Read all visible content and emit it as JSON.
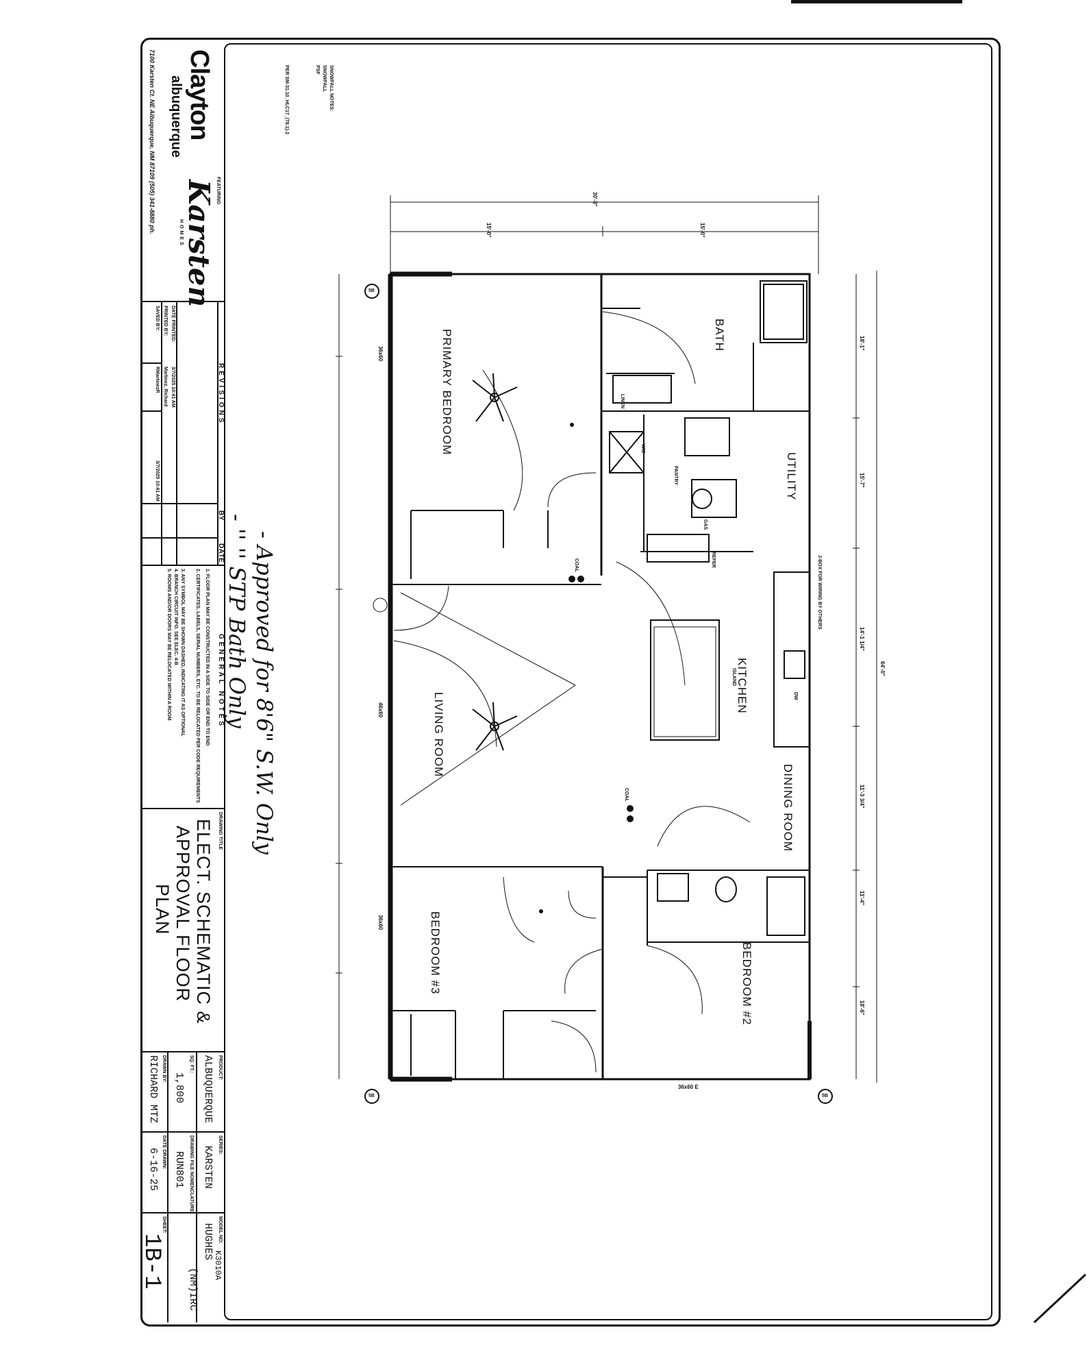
{
  "top_scan_bar_color": "#111111",
  "title_block": {
    "company": {
      "featuring": "FEATURING",
      "brand": "Clayton",
      "sub": "albuquerque",
      "logo": "Karsten",
      "logo_sub": "HOMES",
      "address": "7100 Karsten Ct. NE Albuquerque, NM 87109 (505) 341-8880 ph."
    },
    "revisions": {
      "header": "REVISIONS",
      "by_label": "BY",
      "date_label": "DATE",
      "date_printed_label": "DATE PRINTED:",
      "date_printed": "3/7/2025 10:41 AM",
      "printed_by_label": "PRINTED BY:",
      "printed_by": "Martinez, Richard",
      "saved_by_label": "SAVED BY:",
      "saved_by": "RMartinezR",
      "rev_date": "3/7/2025 10:41 AM"
    },
    "general_notes": {
      "header": "GENERAL NOTES",
      "notes": [
        "1. FLOOR PLAN MAY BE CONSTRUCTED IN A SIDE TO SIDE OR END TO END",
        "2. CERTIFICATES, LABELS, SERIAL NUMBERS, ETC. TO BE RELOCATED PER CODE REQUIREMENTS",
        "3. ANY SYMBOL MAY BE SHOWN DASHED, INDICATING IT AS OPTIONAL",
        "4. BRANCH CIRCUIT INFO. SEE ELEC. 4-B",
        "5. ROOMS AND/OR DOORS MAY BE RELOCATED WITHIN A ROOM"
      ]
    },
    "drawing_title_label": "DRAWING TITLE",
    "drawing_title": [
      "ELECT. SCHEMATIC &",
      "APPROVAL FLOOR",
      "PLAN"
    ],
    "product_label": "PRODUCT:",
    "product": "ALBUQUERQUE",
    "sqft_label": "SQ. FT.:",
    "sqft": "1,800",
    "drawn_by_label": "DRAWN BY:",
    "drawn_by": "RICHARD MTZ",
    "series_label": "SERIES:",
    "series": "KARSTEN",
    "drawing_file_label": "DRAWING FILE NOMENCLATURE:",
    "drawing_file": "RUN801",
    "date_drawn_label": "DATE DRAWN:",
    "date_drawn": "6-16-25",
    "model_label": "MODEL NO:",
    "model": "K3010A",
    "model_name": "HUGHES",
    "code": "(NM)IRC",
    "sheet_label": "SHEET:",
    "sheet": "1B-1"
  },
  "handwritten": {
    "line1": "- Approved for 8'6\" S.W. Only",
    "line2": "-   ''      ''    STP Bath Only"
  },
  "snowfall_notes": [
    "SNOWFALL NOTES:",
    "SNOWFALL",
    "PSF",
    "PER SM-31.10_HLC17_(78.1)-2"
  ],
  "plan": {
    "rooms": {
      "primary_bedroom": "PRIMARY BEDROOM",
      "bath": "BATH",
      "utility": "UTILITY",
      "kitchen": "KITCHEN",
      "living_room": "LIVING ROOM",
      "dining_room": "DINING ROOM",
      "bedroom2": "BEDROOM #2",
      "bedroom3": "BEDROOM #3"
    },
    "labels": {
      "linen": "LINEN",
      "refer": "REFER",
      "pantry": "PANTRY",
      "wic": "WIC",
      "island": "ISLAND",
      "dw": "DW",
      "coal1": "COAL",
      "coal2": "COAL",
      "jbox": "J-BOX FOR WIRING BY OTHERS",
      "gas": "GAS"
    },
    "dims": {
      "overall_width": "30'-0\"",
      "half_left": "15'-0\"",
      "half_right": "15'-0\"",
      "overall_length": "64'-0\"",
      "seg1": "18'-1\"",
      "seg2": "15'-7\"",
      "seg3": "14'-1 1/4\"",
      "seg4": "11'-3 3/4\"",
      "seg5": "11'-4\"",
      "seg6": "18'-6\"",
      "win1": "36x60",
      "win2": "46x60",
      "win3": "36x60",
      "win_bottom": "36x60 E"
    },
    "markers": {
      "cut_tl": "5B",
      "cut_bl": "5B",
      "cut_br": "5B"
    }
  }
}
